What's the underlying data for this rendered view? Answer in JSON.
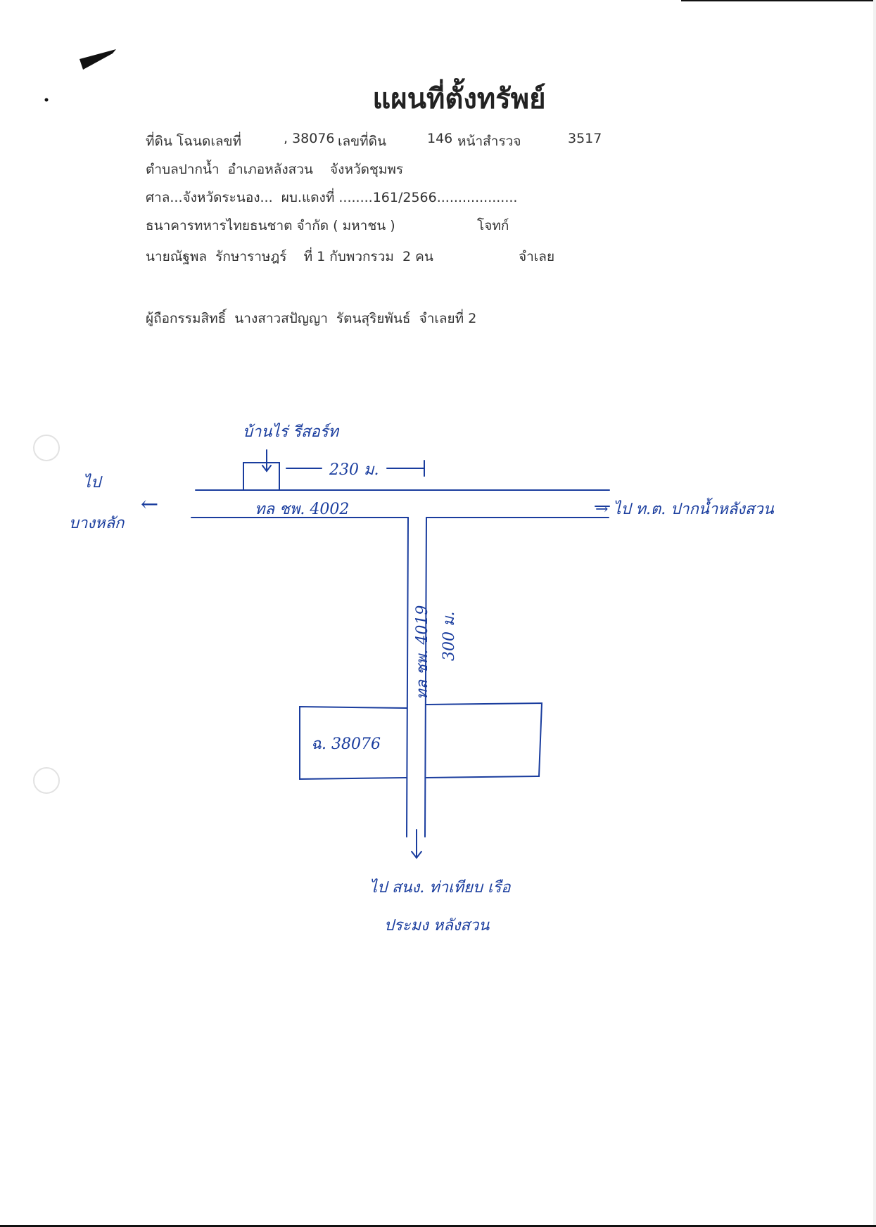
{
  "document": {
    "title": "แผนที่ตั้งทรัพย์",
    "deed": {
      "label": "ที่ดิน โฉนดเลขที่",
      "number": ", 38076",
      "land_no_label": "เลขที่ดิน",
      "land_no": "146",
      "survey_label": "หน้าสำรวจ",
      "survey_no": "3517"
    },
    "location_line": "ตำบลปากน้ำ  อำเภอหลังสวน    จังหวัดชุมพร",
    "court_line": "ศาล...จังหวัดระนอง...  ผบ.แดงที่ ........161/2566...................",
    "plaintiff": {
      "name": "ธนาคารทหารไทยธนชาต จำกัด ( มหาชน )",
      "role": "โจทก์"
    },
    "defendant": {
      "name": "นายณัฐพล  รักษาราษฎร์    ที่ 1 กับพวกรวม  2 คน",
      "role": "จำเลย"
    },
    "owner_line": "ผู้ถือกรรมสิทธิ์  นางสาวสปัญญา  รัตนสุริยพันธ์  จำเลยที่ 2"
  },
  "map": {
    "landmark_label": "บ้านไร่ รีสอร์ท",
    "distance_main": "230 ม.",
    "road_main_label": "ทล ชพ. 4002",
    "road_side_label": "ทล ชพ. 4019",
    "distance_side": "300 ม.",
    "left_destination_line1": "ไป",
    "left_destination_line2": "บางหลัก",
    "right_destination": "→ ไป ท.ต. ปากน้ำหลังสวน",
    "parcel_label": "ฉ. 38076",
    "bottom_destination_line1": "ไป สนง. ท่าเทียบ เรือ",
    "bottom_destination_line2": "ประมง หลังสวน",
    "arrow_left_glyph": "←",
    "ink_color": "#1a3d9e"
  }
}
